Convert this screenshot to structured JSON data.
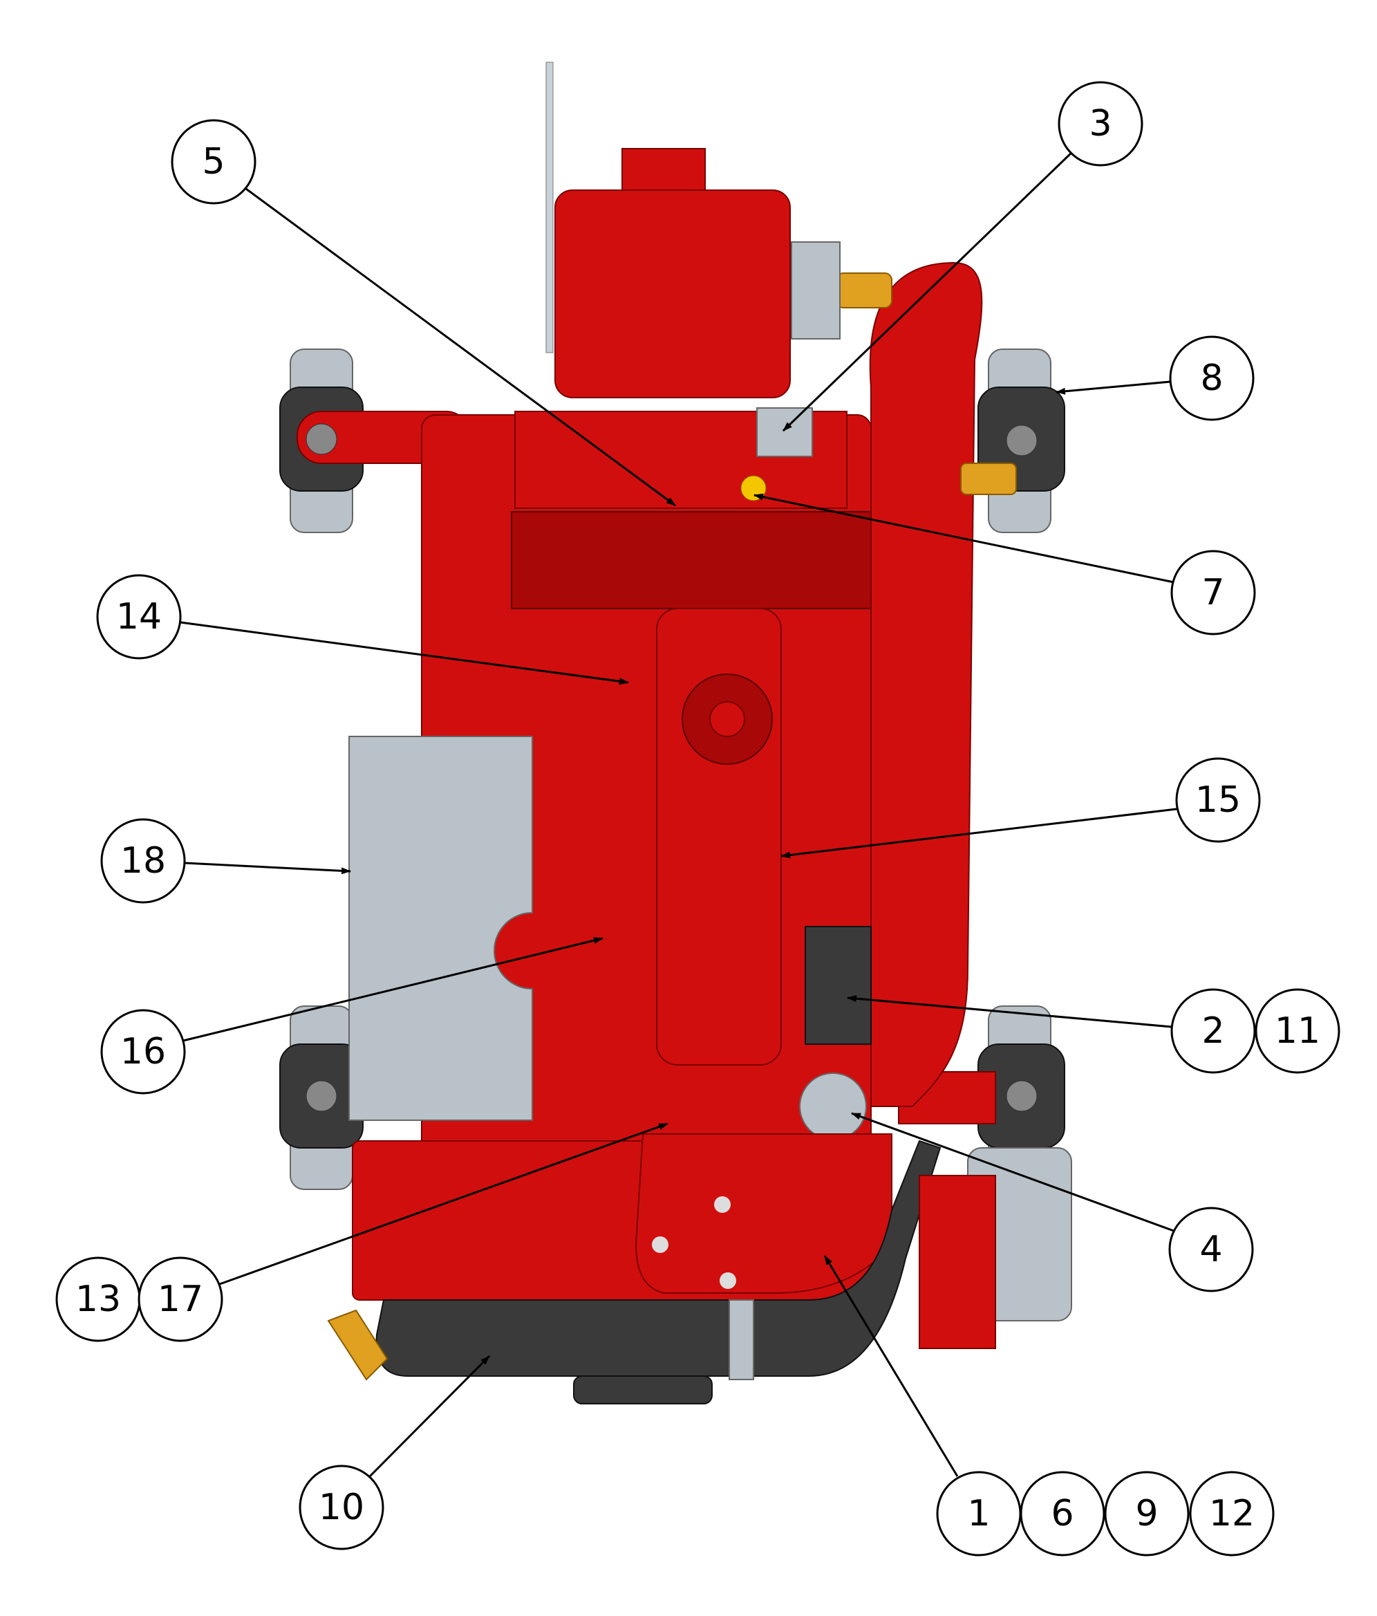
{
  "diagram": {
    "type": "engine parts callout diagram",
    "callouts": {
      "c5": "5",
      "c3": "3",
      "c8": "8",
      "c7": "7",
      "c14": "14",
      "c15": "15",
      "c18": "18",
      "c16": "16",
      "c2": "2",
      "c11": "11",
      "c4": "4",
      "c13": "13",
      "c17": "17",
      "c10": "10",
      "c1": "1",
      "c6": "6",
      "c9": "9",
      "c12": "12"
    },
    "colors": {
      "engine": "#d10e0e",
      "cover": "#b9c2c8",
      "hose": "#3a3a3a",
      "fitting": "#e0a020"
    }
  }
}
